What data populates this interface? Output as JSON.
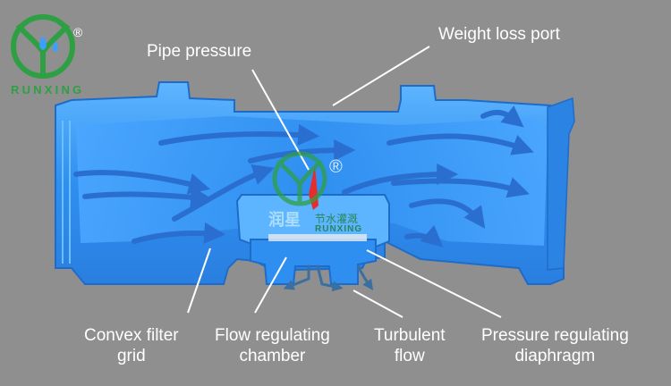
{
  "brand": {
    "name": "RUNXING",
    "registered_mark": "®"
  },
  "watermark": {
    "chinese": "润星",
    "tagline": "节水灌溉",
    "latin": "RUNXING",
    "registered_mark": "®"
  },
  "labels": {
    "pipe_pressure": "Pipe pressure",
    "weight_loss_port": "Weight loss port",
    "convex_filter_grid": [
      "Convex filter",
      "grid"
    ],
    "flow_regulating_chamber": [
      "Flow regulating",
      "chamber"
    ],
    "turbulent_flow": [
      "Turbulent",
      "flow"
    ],
    "pressure_regulating_diaphragm": [
      "Pressure regulating",
      "diaphragm"
    ]
  },
  "colors": {
    "background": "#8f8f8f",
    "body_blue": "#2f8ff0",
    "body_light": "#6cc0ff",
    "arrow_blue": "#2a6fd0",
    "label_text": "#ffffff",
    "brand_green": "#2ea043",
    "pressure_red": "#e52d2d",
    "leader_line": "#ffffff"
  }
}
